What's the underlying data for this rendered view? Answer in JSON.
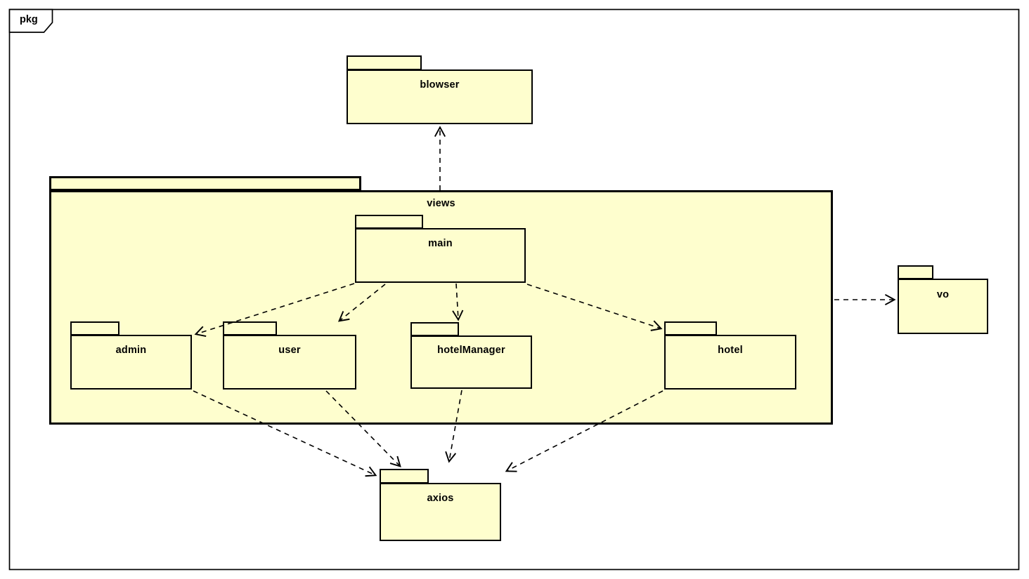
{
  "frame": {
    "tag": "pkg"
  },
  "diagram_type": "uml-package-diagram",
  "packages": {
    "blowser": {
      "label": "blowser"
    },
    "views": {
      "label": "views"
    },
    "main": {
      "label": "main"
    },
    "admin": {
      "label": "admin"
    },
    "user": {
      "label": "user"
    },
    "hotelManager": {
      "label": "hotelManager"
    },
    "hotel": {
      "label": "hotel"
    },
    "vo": {
      "label": "vo"
    },
    "axios": {
      "label": "axios"
    }
  },
  "containment": {
    "views": [
      "main",
      "admin",
      "user",
      "hotelManager",
      "hotel"
    ]
  },
  "relationships": [
    {
      "from": "views",
      "to": "blowser",
      "style": "dashed-open-arrow"
    },
    {
      "from": "views",
      "to": "vo",
      "style": "dashed-open-arrow"
    },
    {
      "from": "main",
      "to": "admin",
      "style": "dashed-open-arrow"
    },
    {
      "from": "main",
      "to": "user",
      "style": "dashed-open-arrow"
    },
    {
      "from": "main",
      "to": "hotelManager",
      "style": "dashed-open-arrow"
    },
    {
      "from": "main",
      "to": "hotel",
      "style": "dashed-open-arrow"
    },
    {
      "from": "admin",
      "to": "axios",
      "style": "dashed-open-arrow"
    },
    {
      "from": "user",
      "to": "axios",
      "style": "dashed-open-arrow"
    },
    {
      "from": "hotelManager",
      "to": "axios",
      "style": "dashed-open-arrow"
    },
    {
      "from": "hotel",
      "to": "axios",
      "style": "dashed-open-arrow"
    }
  ],
  "colors": {
    "package_fill": "#FEFECE",
    "border": "#000000",
    "background": "#FFFFFF",
    "text": "#000000"
  }
}
